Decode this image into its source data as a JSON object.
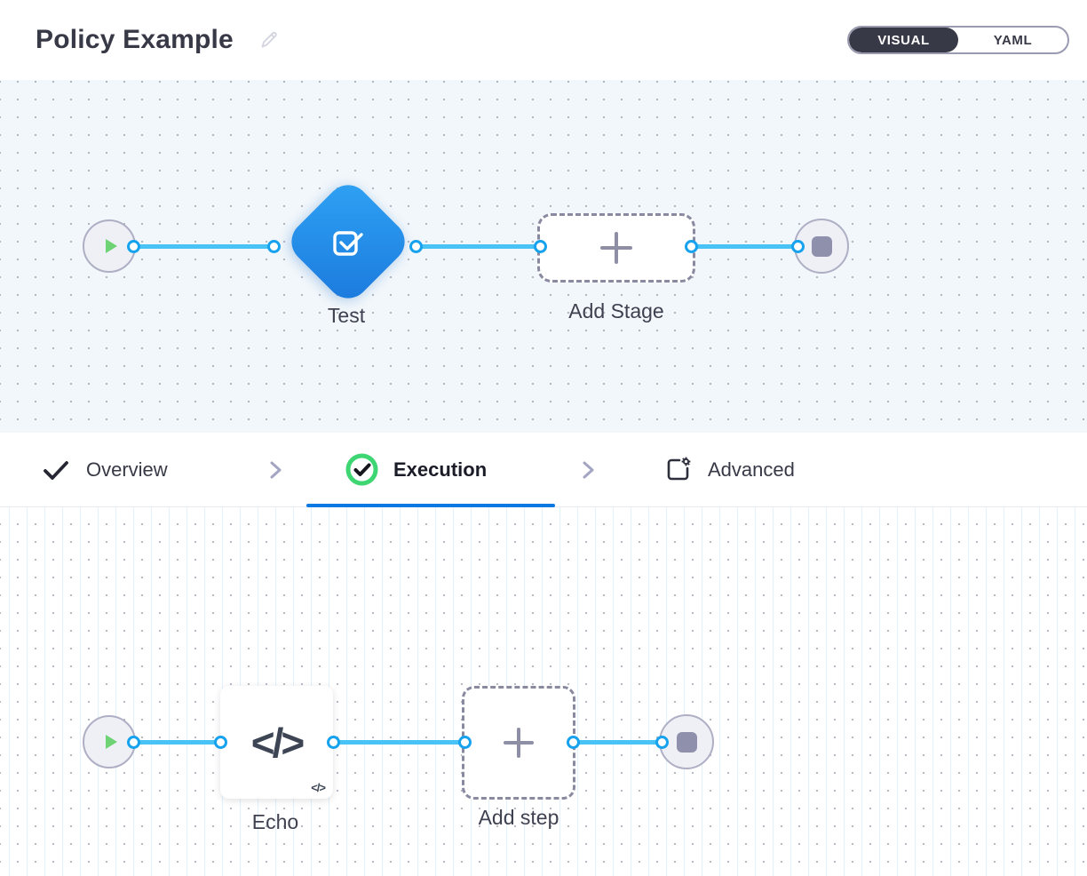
{
  "header": {
    "title": "Policy Example",
    "toggle": {
      "visual_label": "VISUAL",
      "yaml_label": "YAML",
      "selected": "VISUAL"
    }
  },
  "stage_canvas": {
    "stage": {
      "label": "Test",
      "icon": "stage-approval-check-icon"
    },
    "add_stage": {
      "label": "Add Stage",
      "icon": "plus-icon"
    }
  },
  "tabs": {
    "items": [
      {
        "label": "Overview",
        "icon": "check-icon",
        "active": false
      },
      {
        "label": "Execution",
        "icon": "circle-check-icon",
        "active": true
      },
      {
        "label": "Advanced",
        "icon": "settings-box-icon",
        "active": false
      }
    ]
  },
  "step_canvas": {
    "step": {
      "label": "Echo",
      "icon": "code-icon",
      "glyph": "</>",
      "badge_glyph": "</>"
    },
    "add_step": {
      "label": "Add step",
      "icon": "plus-icon"
    }
  },
  "colors": {
    "accent_blue": "#0b79e1",
    "connector_line": "#49c3f6",
    "connector_dot_ring": "#17a2ee",
    "stage_gradient_start": "#2fa3f4",
    "stage_gradient_end": "#1b79dd",
    "success_green": "#3ed672",
    "play_green": "#6dd375",
    "dark_text": "#383946"
  }
}
